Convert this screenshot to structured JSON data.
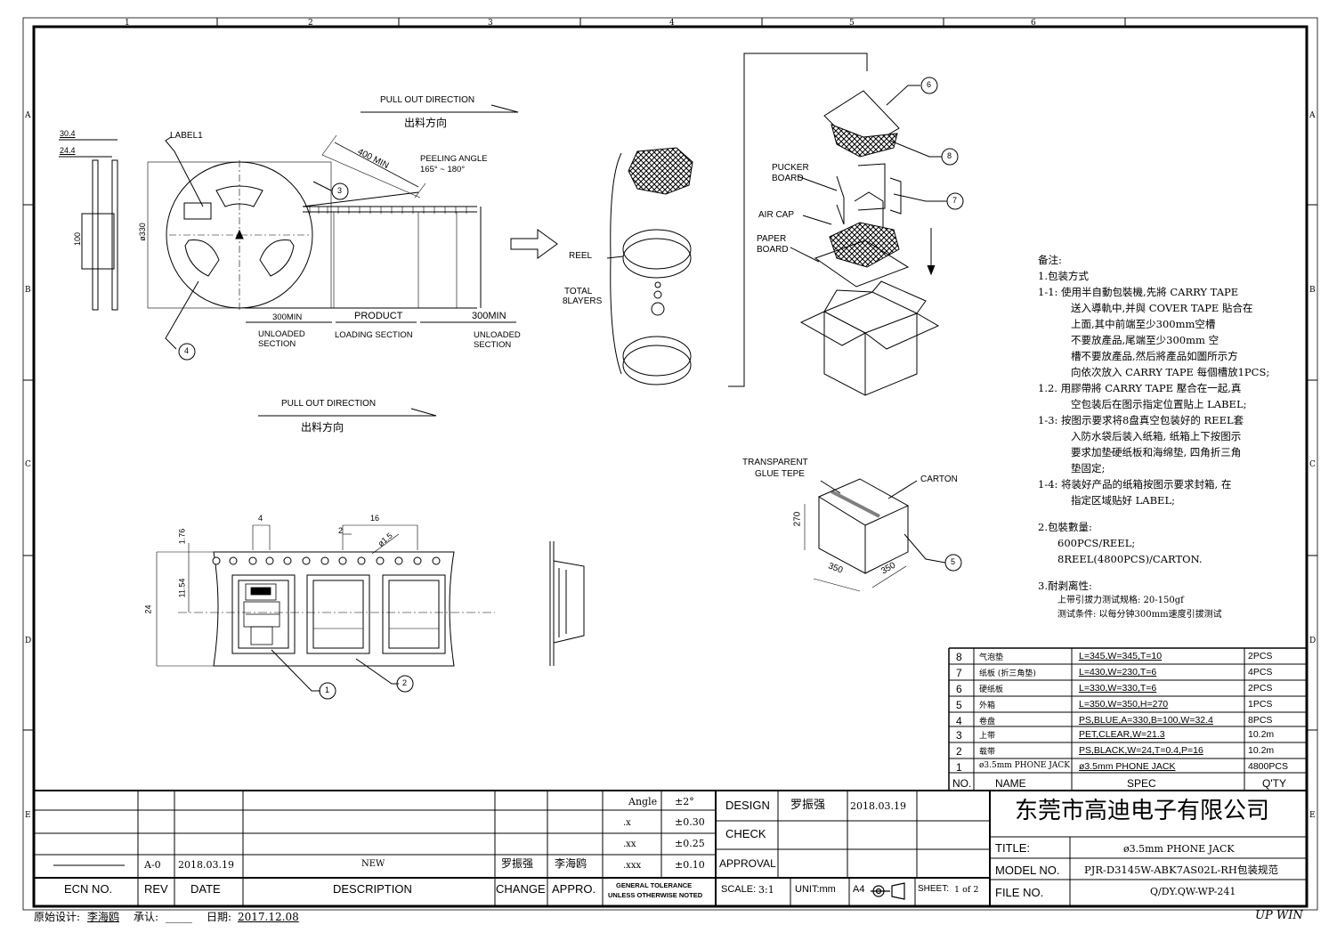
{
  "grid": {
    "columns": [
      "1",
      "2",
      "3",
      "4",
      "5",
      "6"
    ],
    "rows": [
      "A",
      "B",
      "C",
      "D",
      "E"
    ]
  },
  "reel_view": {
    "pull_out_label": "PULL OUT DIRECTION",
    "pull_out_cn": "出料方向",
    "label1": "LABEL1",
    "dim_30_4": "30.4",
    "dim_24_4": "24.4",
    "dim_100": "100",
    "dim_phi330": "ø330",
    "peel_dim": "400 MIN",
    "peeling_angle": "PEELING ANGLE",
    "peeling_range": "165° ~ 180°",
    "balloon_3": "3",
    "balloon_4": "4",
    "left_len": "300MIN",
    "product": "PRODUCT",
    "right_len": "300MIN",
    "unloaded_1": "UNLOADED",
    "section_1": "SECTION",
    "loading": "LOADING SECTION",
    "unloaded_2": "UNLOADED",
    "section_2": "SECTION"
  },
  "tape_view": {
    "pull_out_label": "PULL OUT DIRECTION",
    "pull_out_cn": "出料方向",
    "d_4": "4",
    "d_16": "16",
    "d_2": "2",
    "d_phi15": "ø1.5",
    "d_176": "1.76",
    "d_1154": "11.54",
    "d_24": "24",
    "balloon_1": "1",
    "balloon_2": "2"
  },
  "stack_view": {
    "reel": "REEL",
    "total1": "TOTAL",
    "total2": "8LAYERS",
    "pucker1": "PUCKER",
    "pucker2": "BOARD",
    "aircap": "AIR CAP",
    "paper1": "PAPER",
    "paper2": "BOARD",
    "b6": "6",
    "b8": "8",
    "b7": "7"
  },
  "carton_view": {
    "transparent": "TRANSPARENT",
    "glue": "GLUE TEPE",
    "carton": "CARTON",
    "d270": "270",
    "d350a": "350",
    "d350b": "350",
    "b5": "5"
  },
  "notes": {
    "title": "备注:",
    "s1": "1.包装方式",
    "l1": "1-1: 使用半自動包裝機,先將 CARRY TAPE",
    "l2": "送入導軌中,并與 COVER TAPE 貼合在",
    "l3": "上面,其中前端至少300mm空槽",
    "l4": "不要放產品,尾端至少300mm 空",
    "l5": "槽不要放產品,然后將產品如圖所示方",
    "l6": "向依次放入 CARRY TAPE 每個槽放1PCS;",
    "l7": "1.2. 用膠帶將 CARRY TAPE 壓合在一起,真",
    "l8": "空包装后在图示指定位置貼上 LABEL;",
    "l9": "1-3: 按图示要求将8盘真空包装好的 REEL套",
    "l10": "入防水袋后装入纸箱, 纸箱上下按图示",
    "l11": "要求加垫硬纸板和海绵垫, 四角折三角",
    "l12": "垫固定;",
    "l13": "1-4: 将装好产品的纸箱按图示要求封箱, 在",
    "l14": "指定区域贴好 LABEL;",
    "s2": "2.包裝數量:",
    "q1": "600PCS/REEL;",
    "q2": "8REEL(4800PCS)/CARTON.",
    "s3": "3.耐剥离性:",
    "p1": "上带引拔力测试规格: 20-150gf",
    "p2": "测试条件: 以每分钟300mm速度引拔测试"
  },
  "bom": {
    "rows": [
      {
        "no": "8",
        "name": "气泡垫",
        "spec": "L=345,W=345,T=10",
        "qty": "2PCS"
      },
      {
        "no": "7",
        "name": "纸板 (折三角垫)",
        "spec": "L=430,W=230,T=6",
        "qty": "4PCS"
      },
      {
        "no": "6",
        "name": "硬纸板",
        "spec": "L=330,W=330,T=6",
        "qty": "2PCS"
      },
      {
        "no": "5",
        "name": "外箱",
        "spec": "L=350,W=350,H=270",
        "qty": "1PCS"
      },
      {
        "no": "4",
        "name": "卷盘",
        "spec": "PS,BLUE,A=330,B=100,W=32.4",
        "qty": "8PCS"
      },
      {
        "no": "3",
        "name": "上带",
        "spec": "PET,CLEAR,W=21.3",
        "qty": "10.2m"
      },
      {
        "no": "2",
        "name": "载带",
        "spec": "PS,BLACK,W=24,T=0.4,P=16",
        "qty": "10.2m"
      },
      {
        "no": "1",
        "name": "ø3.5mm PHONE JACK",
        "spec": "ø3.5mm PHONE JACK",
        "qty": "4800PCS"
      }
    ],
    "header": {
      "no": "NO.",
      "name": "NAME",
      "spec": "SPEC",
      "qty": "Q'TY"
    }
  },
  "title_block": {
    "rev_row": {
      "rev": "A-0",
      "date": "2018.03.19",
      "desc": "NEW",
      "change": "罗振强",
      "appro": "李海鸥"
    },
    "headers": {
      "ecn": "ECN NO.",
      "rev": "REV",
      "date": "DATE",
      "desc": "DESCRIPTION",
      "change": "CHANGE",
      "appro": "APPRO."
    },
    "tol": [
      {
        "k": "Angle",
        "v": "±2°"
      },
      {
        "k": ".x",
        "v": "±0.30"
      },
      {
        "k": ".xx",
        "v": "±0.25"
      },
      {
        "k": ".xxx",
        "v": "±0.10"
      }
    ],
    "general1": "GENERAL TOLERANCE",
    "general2": "UNLESS OTHERWISE NOTED",
    "design": "DESIGN",
    "designer": "罗振强",
    "design_date": "2018.03.19",
    "check": "CHECK",
    "approval": "APPROVAL",
    "scale_label": "SCALE:",
    "scale": "3:1",
    "unit": "UNIT:mm",
    "paper": "A4",
    "sheet_label": "SHEET:",
    "sheet": "1 of 2",
    "company": "东莞市高迪电子有限公司",
    "title_label": "TITLE:",
    "title": "ø3.5mm PHONE JACK",
    "model_label": "MODEL NO.",
    "model": "PJR-D3145W-ABK7AS02L-RH包装规范",
    "file_label": "FILE NO.",
    "file": "Q/DY.QW-WP-241"
  },
  "footer": {
    "orig_label": "原始设计:",
    "orig": "李海鸥",
    "approve_label": "承认:",
    "approve": "_____",
    "date_label": "日期:",
    "date": "2017.12.08",
    "brand": "UP WIN"
  }
}
